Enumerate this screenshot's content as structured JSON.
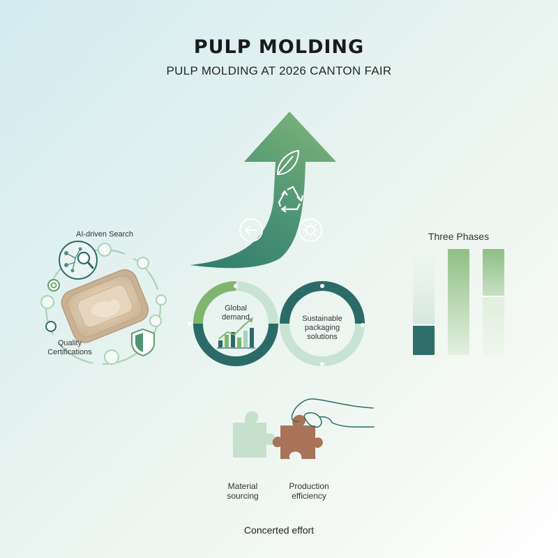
{
  "header": {
    "title": "PULP MOLDING",
    "subtitle": "PULP MOLDING AT 2026 CANTON FAIR"
  },
  "left_cluster": {
    "top_label": "AI-driven Search",
    "bottom_label_line1": "Quality",
    "bottom_label_line2": "Certifications"
  },
  "infinity": {
    "left_line1": "Global",
    "left_line2": "demand",
    "right_line1": "Sustainable",
    "right_line2": "packaging",
    "right_line3": "solutions"
  },
  "phases": {
    "title": "Three Phases"
  },
  "puzzle": {
    "left_line1": "Material",
    "left_line2": "sourcing",
    "right_line1": "Production",
    "right_line2": "efficiency"
  },
  "footer": {
    "caption": "Concerted effort"
  },
  "colors": {
    "teal_dark": "#2a6b68",
    "green_mid": "#5d9e6b",
    "green_light": "#a9d2b8",
    "puzzle_brown": "#a87358",
    "puzzle_green": "#c7e0cc"
  }
}
